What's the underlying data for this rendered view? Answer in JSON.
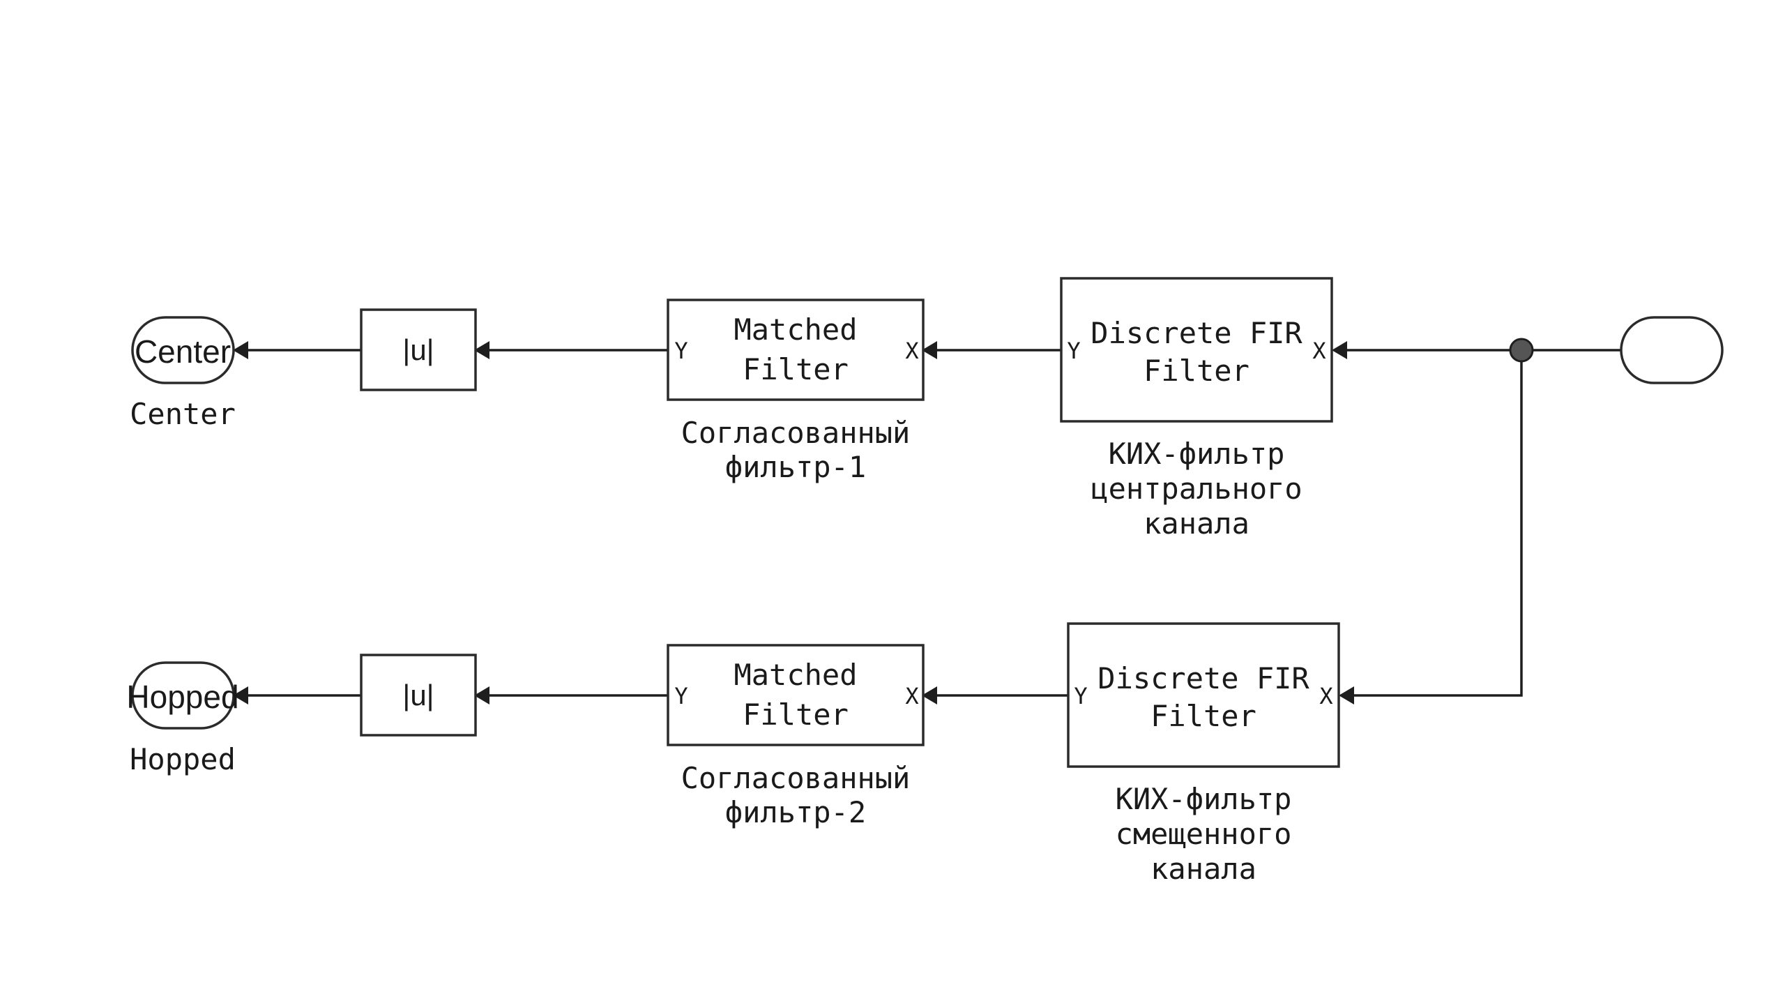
{
  "source": {
    "label": ""
  },
  "center_path": {
    "fir_block": {
      "line1": "Discrete FIR",
      "line2": "Filter",
      "port_in": "X",
      "port_out": "Y"
    },
    "fir_caption": [
      "КИХ-фильтр",
      "центрального",
      "канала"
    ],
    "matched_block": {
      "line1": "Matched",
      "line2": "Filter",
      "port_in": "X",
      "port_out": "Y"
    },
    "matched_caption": [
      "Согласованный",
      "фильтр-1"
    ],
    "abs_block": "|u|",
    "terminal_text": "Center",
    "terminal_caption": "Center"
  },
  "hopped_path": {
    "fir_block": {
      "line1": "Discrete FIR",
      "line2": "Filter",
      "port_in": "X",
      "port_out": "Y"
    },
    "fir_caption": [
      "КИХ-фильтр",
      "смещенного",
      "канала"
    ],
    "matched_block": {
      "line1": "Matched",
      "line2": "Filter",
      "port_in": "X",
      "port_out": "Y"
    },
    "matched_caption": [
      "Согласованный",
      "фильтр-2"
    ],
    "abs_block": "|u|",
    "terminal_text": "Hopped",
    "terminal_caption": "Hopped"
  }
}
